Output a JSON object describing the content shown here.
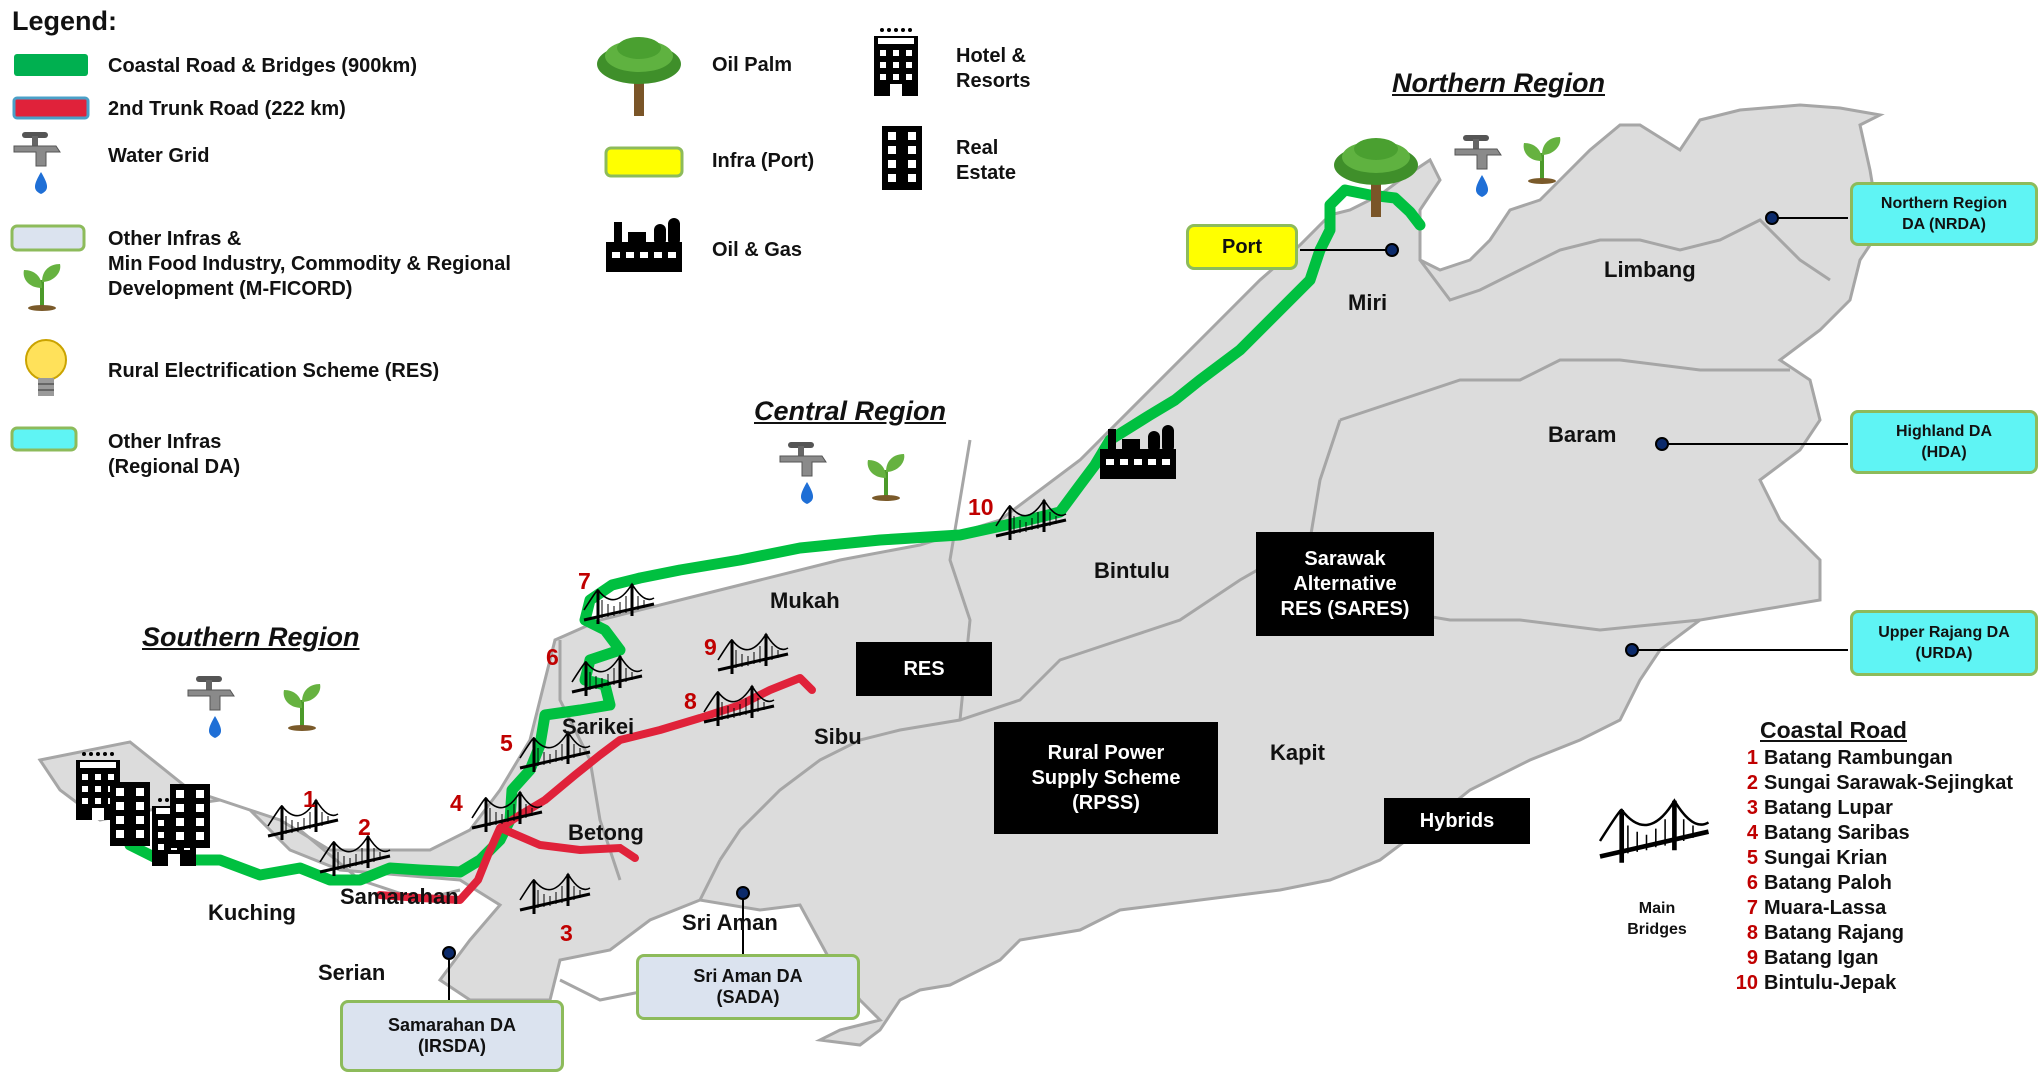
{
  "legend": {
    "title": "Legend:",
    "items": [
      {
        "label": "Coastal Road & Bridges (900km)",
        "symbol": "green-bar",
        "color": "#00b050"
      },
      {
        "label": "2nd Trunk Road (222 km)",
        "symbol": "red-bar",
        "color": "#e0223a"
      },
      {
        "label": "Water Grid",
        "symbol": "water-tap-icon"
      },
      {
        "label": "Other Infras &\nMin Food Industry, Commodity & Regional\nDevelopment (M-FICORD)",
        "symbol": "grey-box + sprout-icon",
        "color": "#dbe3ef"
      },
      {
        "label": "Rural Electrification Scheme (RES)",
        "symbol": "light-bulb-icon"
      },
      {
        "label": "Other Infras\n(Regional DA)",
        "symbol": "cyan-box",
        "color": "#5ff4f4"
      },
      {
        "label": "Oil Palm",
        "symbol": "palm-tree-icon"
      },
      {
        "label": "Infra (Port)",
        "symbol": "yellow-box",
        "color": "#ffff00"
      },
      {
        "label": "Oil & Gas",
        "symbol": "factory-icon"
      },
      {
        "label": "Hotel &\nResorts",
        "symbol": "hotel-icon"
      },
      {
        "label": "Real\nEstate",
        "symbol": "building-icon"
      }
    ]
  },
  "regions": {
    "northern": "Northern Region",
    "central": "Central Region",
    "southern": "Southern Region"
  },
  "places": {
    "miri": "Miri",
    "limbang": "Limbang",
    "baram": "Baram",
    "bintulu": "Bintulu",
    "mukah": "Mukah",
    "sibu": "Sibu",
    "sarikei": "Sarikei",
    "betong": "Betong",
    "kapit": "Kapit",
    "kuching": "Kuching",
    "samarahan": "Samarahan",
    "serian": "Serian",
    "sri_aman": "Sri Aman"
  },
  "boxes": {
    "port": "Port",
    "res": "RES",
    "sares": "Sarawak\nAlternative\nRES (SARES)",
    "rpss": "Rural Power\nSupply Scheme\n(RPSS)",
    "hybrids": "Hybrids",
    "nrda": "Northern Region\nDA (NRDA)",
    "hda": "Highland DA\n(HDA)",
    "urda": "Upper Rajang DA\n(URDA)",
    "sada": "Sri Aman DA\n(SADA)",
    "irsda": "Samarahan DA\n(IRSDA)"
  },
  "bridge_numbers": [
    "1",
    "2",
    "3",
    "4",
    "5",
    "6",
    "7",
    "8",
    "9",
    "10"
  ],
  "coastal_road": {
    "heading": "Coastal Road",
    "bridges": [
      {
        "n": "1",
        "name": "Batang Rambungan"
      },
      {
        "n": "2",
        "name": "Sungai Sarawak-Sejingkat"
      },
      {
        "n": "3",
        "name": "Batang Lupar"
      },
      {
        "n": "4",
        "name": "Batang Saribas"
      },
      {
        "n": "5",
        "name": "Sungai Krian"
      },
      {
        "n": "6",
        "name": "Batang Paloh"
      },
      {
        "n": "7",
        "name": "Muara-Lassa"
      },
      {
        "n": "8",
        "name": "Batang Rajang"
      },
      {
        "n": "9",
        "name": "Batang Igan"
      },
      {
        "n": "10",
        "name": "Bintulu-Jepak"
      }
    ],
    "main_bridges_label": "Main Bridges"
  },
  "colors": {
    "land": "#dcdcdc",
    "land_border": "#a6a6a6",
    "coastal_road": "#00c040",
    "trunk_road": "#e0223a",
    "bridge_number": "#c00000",
    "da_border": "#8dbb5b"
  }
}
